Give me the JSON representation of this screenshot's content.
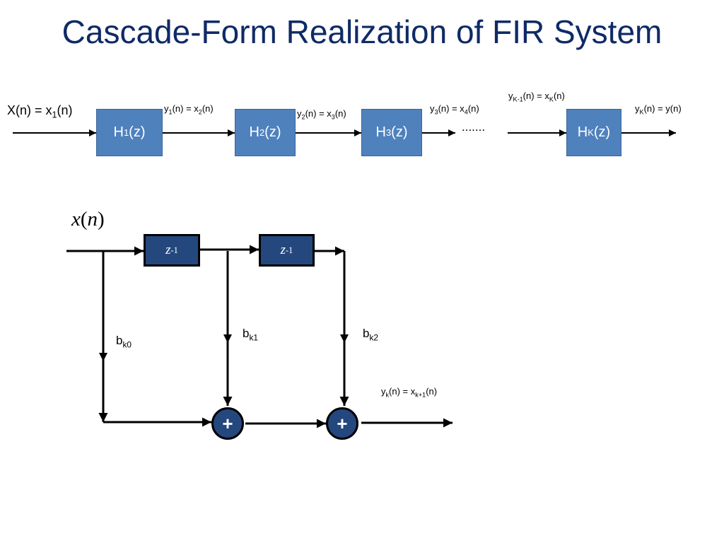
{
  "title": "Cascade-Form Realization of FIR System",
  "cascade": {
    "input_label": {
      "a": "X(n) = x",
      "sub": "1",
      "b": "(n)"
    },
    "blocks": [
      {
        "a": "H",
        "sub": "1",
        "b": "(z)"
      },
      {
        "a": "H",
        "sub": "2",
        "b": "(z)"
      },
      {
        "a": "H",
        "sub": "3",
        "b": "(z)"
      },
      {
        "a": "H",
        "sub": "K",
        "b": "(z)"
      }
    ],
    "signals": [
      {
        "a": "y",
        "s1": "1",
        "m": "(n) = x",
        "s2": "2",
        "b": "(n)"
      },
      {
        "a": "y",
        "s1": "2",
        "m": "(n) = x",
        "s2": "3",
        "b": "(n)"
      },
      {
        "a": "y",
        "s1": "3",
        "m": "(n) = x",
        "s2": "4",
        "b": "(n)"
      },
      {
        "a": "y",
        "s1": "K-1",
        "m": "(n) = x",
        "s2": "K",
        "b": "(n)"
      }
    ],
    "output_label": {
      "a": "y",
      "sub": "K",
      "b": "(n) = y(n)"
    },
    "ellipsis": "......."
  },
  "section": {
    "input": {
      "x": "x",
      "open": "(",
      "n": "n",
      "close": ")"
    },
    "delay": {
      "z": "z",
      "sup": "-1"
    },
    "adder_symbol": "+",
    "coefficients": [
      {
        "a": "b",
        "sub": "k0"
      },
      {
        "a": "b",
        "sub": "k1"
      },
      {
        "a": "b",
        "sub": "k2"
      }
    ],
    "output_label": {
      "a": "y",
      "s1": "k",
      "m": "(n) = x",
      "s2": "k+1",
      "b": "(n)"
    }
  },
  "colors": {
    "title": "#0f2a66",
    "block": "#4f81bd",
    "delay": "#24487e"
  }
}
